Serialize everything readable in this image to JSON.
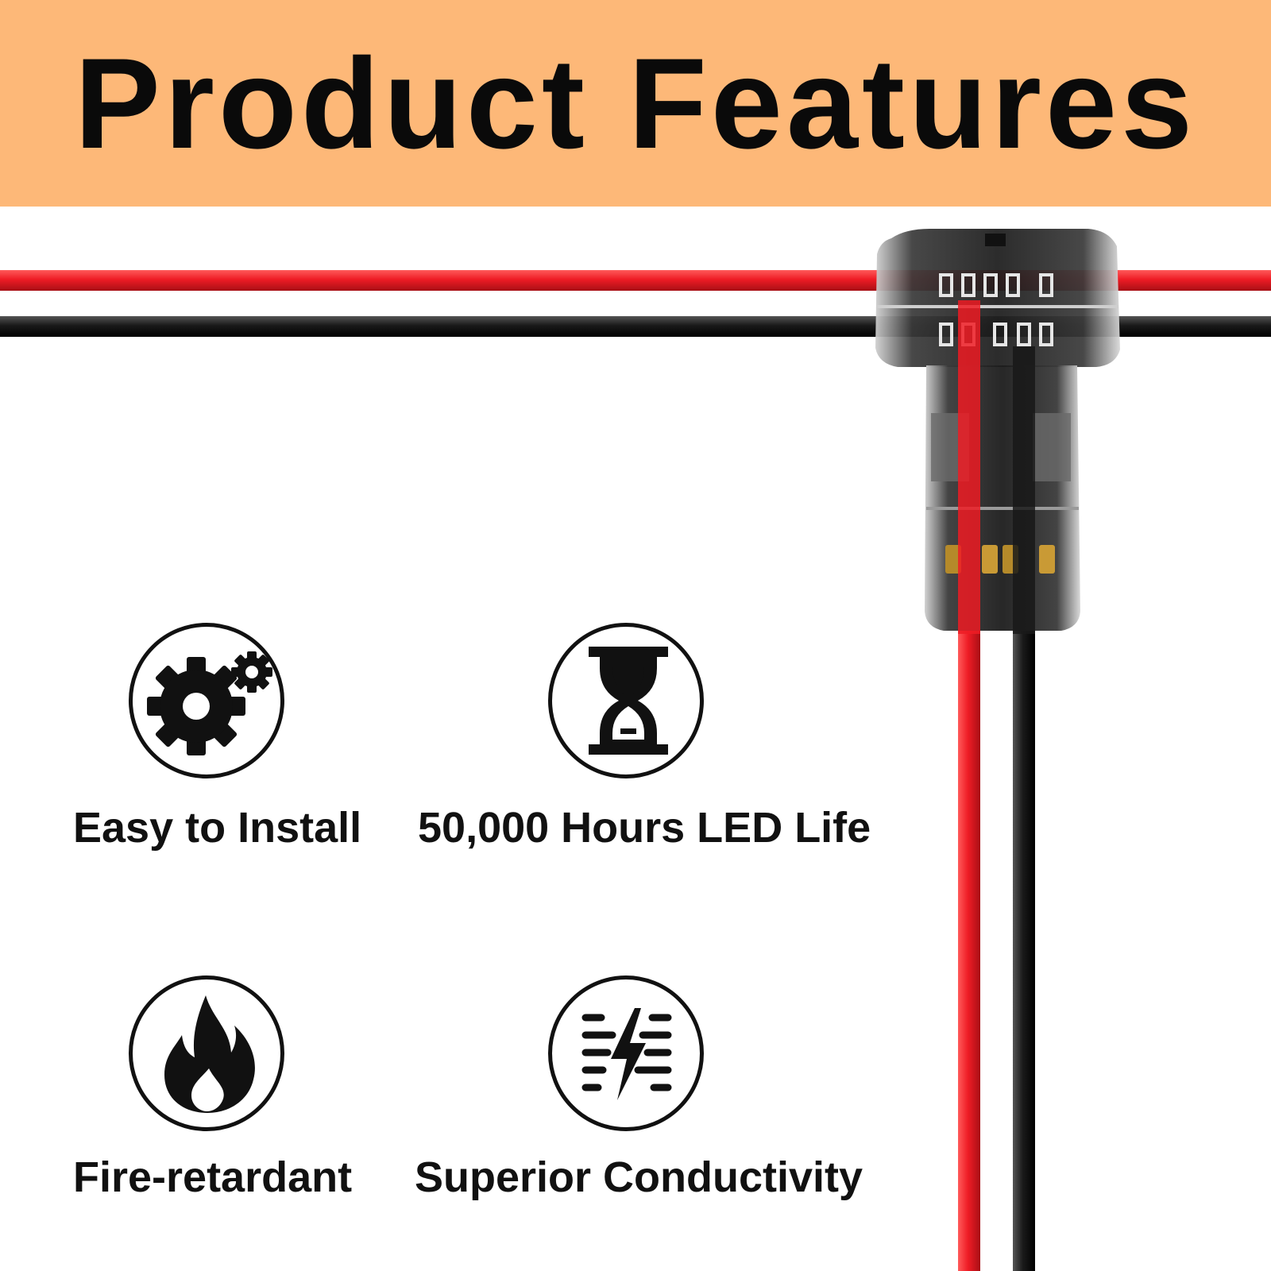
{
  "banner": {
    "title": "Product Features",
    "color": "#fdb878"
  },
  "wire_colors": {
    "red": "#e8232a",
    "black": "#1a1a1a"
  },
  "features": [
    {
      "label": "Easy to Install",
      "icon": "gears-icon"
    },
    {
      "label": "50,000 Hours LED Life",
      "icon": "hourglass-icon"
    },
    {
      "label": "Fire-retardant",
      "icon": "flame-icon"
    },
    {
      "label": "Superior Conductivity",
      "icon": "lightning-bolt-icon"
    }
  ]
}
